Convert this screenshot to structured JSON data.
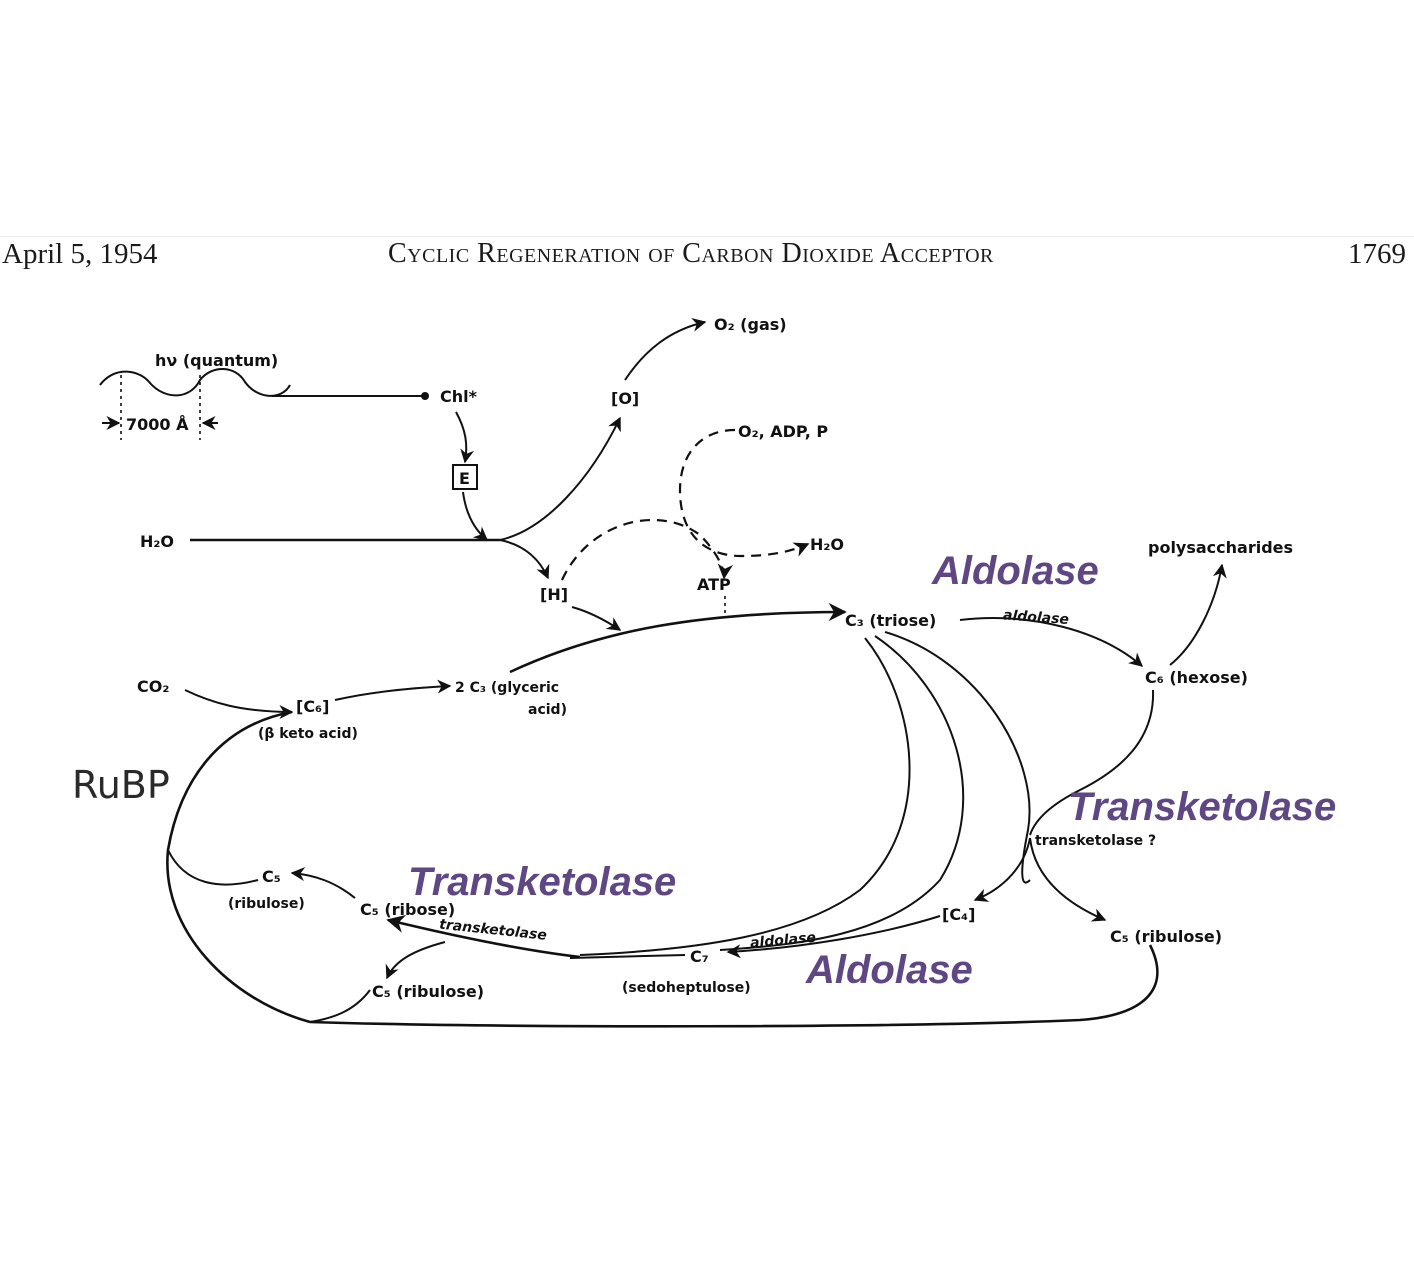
{
  "header": {
    "date": "April 5, 1954",
    "title": "Cyclic Regeneration of Carbon Dioxide Acceptor",
    "page_number": "1769"
  },
  "diagram": {
    "light": {
      "quantum_label": "hν (quantum)",
      "wavelength": "7000 Å",
      "chlorophyll": "Chl*",
      "enzyme_box": "E"
    },
    "water_split": {
      "water_in": "H₂O",
      "oxygen_intermediate": "O",
      "oxygen_out": "O₂ (gas)",
      "hydrogen_intermediate": "H",
      "phosphorylation_inputs": "O₂, ADP, P",
      "water_out": "H₂O",
      "atp": "ATP"
    },
    "carboxylation": {
      "co2": "CO₂",
      "c6_intermediate": "C₆",
      "c6_note": "(β keto acid)",
      "product_line1": "2 C₃ (glyceric",
      "product_line2": "acid)"
    },
    "cycle": {
      "triose": "C₃ (triose)",
      "aldolase_top": "aldolase",
      "hexose": "C₆ (hexose)",
      "polysaccharides": "polysaccharides",
      "transketolase_question": "transketolase ?",
      "c4": "C₄",
      "c5_ribulose_right": "C₅ (ribulose)",
      "aldolase_bottom": "aldolase",
      "c7": "C₇",
      "c7_note": "(sedoheptulose)",
      "transketolase_bottom": "transketolase",
      "c5_ribose": "C₅ (ribose)",
      "c5_ribulose_left": "C₅",
      "c5_ribulose_left_note": "(ribulose)",
      "c5_ribulose_bottom": "C₅ (ribulose)"
    },
    "annotations": {
      "color": "#5e4783",
      "aldolase_1": "Aldolase",
      "transketolase_1": "Transketolase",
      "transketolase_2": "Transketolase",
      "aldolase_2": "Aldolase",
      "rubp": "RuBP"
    }
  }
}
